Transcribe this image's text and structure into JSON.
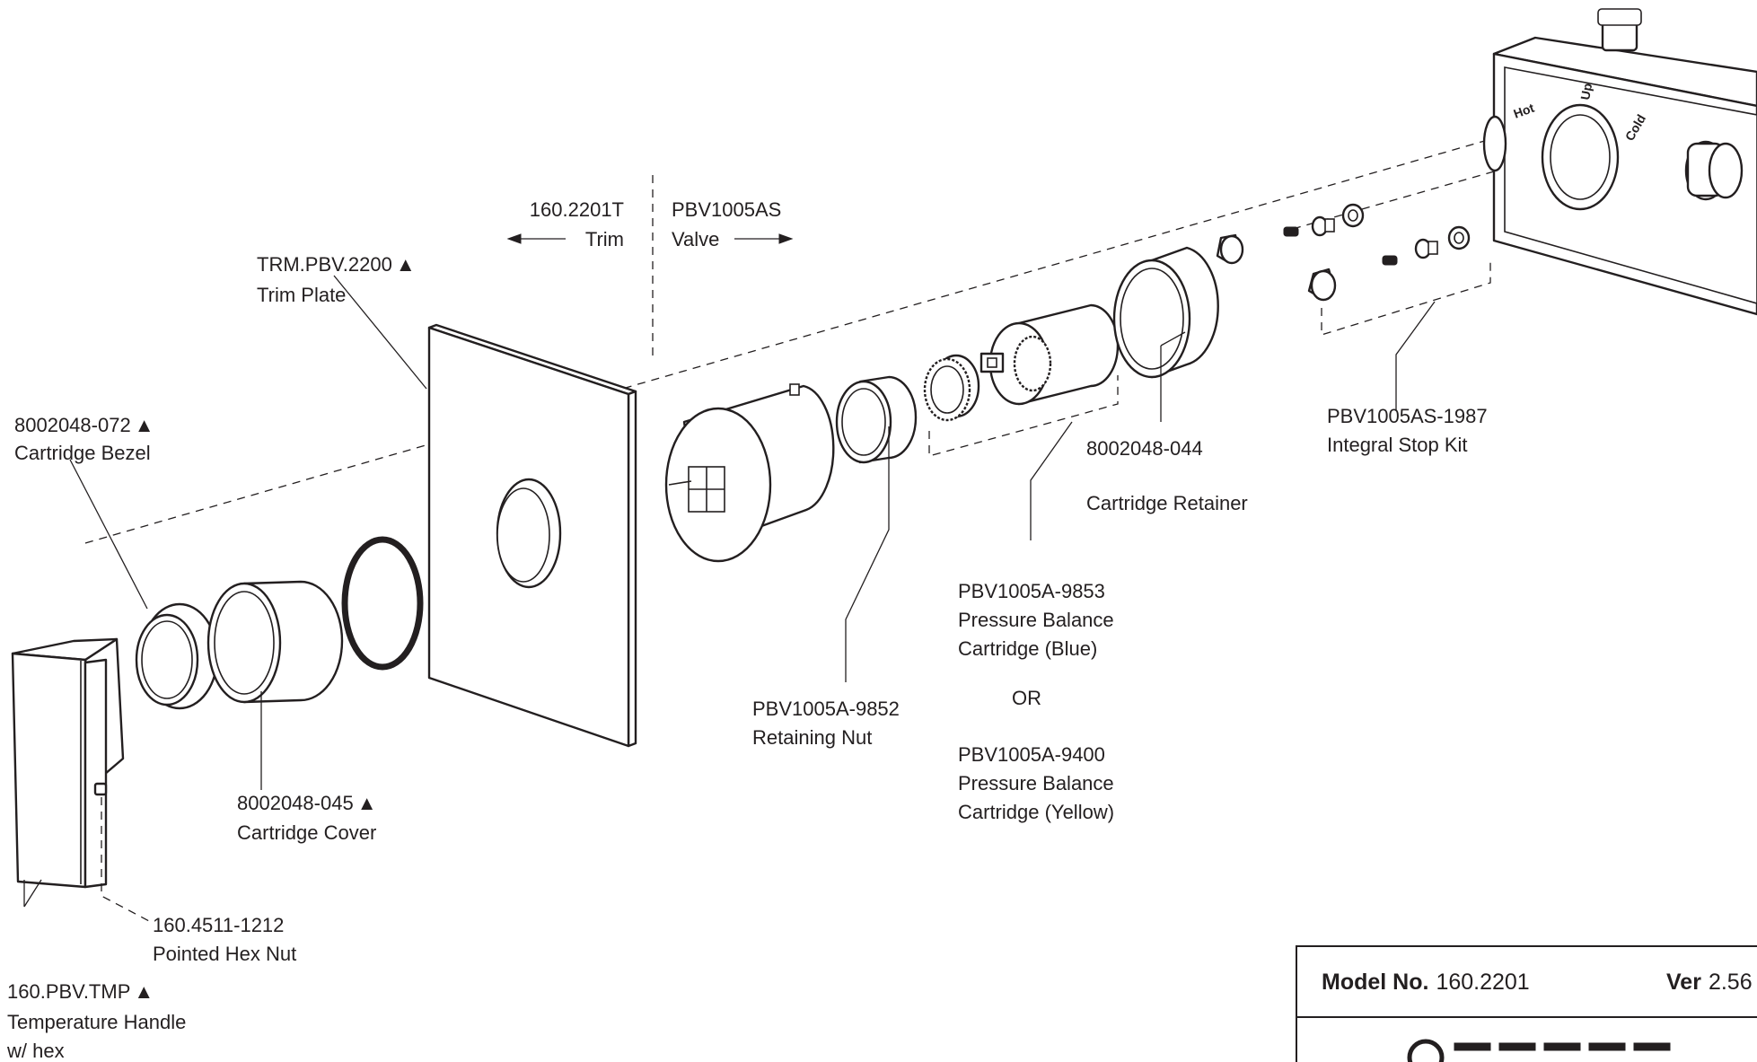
{
  "header": {
    "left": {
      "code": "160.2201T",
      "name": "Trim"
    },
    "right": {
      "code": "PBV1005AS",
      "name": "Valve"
    }
  },
  "parts": [
    {
      "id": "trim-plate",
      "code": "TRM.PBV.2200",
      "name": "Trim Plate",
      "triangle": true
    },
    {
      "id": "cartridge-bezel",
      "code": "8002048-072",
      "name": "Cartridge Bezel",
      "triangle": true
    },
    {
      "id": "cartridge-cover",
      "code": "8002048-045",
      "name": "Cartridge Cover",
      "triangle": true
    },
    {
      "id": "pointed-hex-nut",
      "code": "160.4511-1212",
      "name": "Pointed Hex Nut",
      "triangle": false
    },
    {
      "id": "temperature-handle",
      "code": "160.PBV.TMP",
      "name": "Temperature Handle",
      "name2": "w/ hex",
      "triangle": true
    },
    {
      "id": "retaining-nut",
      "code": "PBV1005A-9852",
      "name": "Retaining Nut",
      "triangle": false
    },
    {
      "id": "cartridge-retainer",
      "code": "8002048-044",
      "name": "Cartridge Retainer",
      "triangle": false
    },
    {
      "id": "integral-stop-kit",
      "code": "PBV1005AS-1987",
      "name": "Integral Stop Kit",
      "triangle": false
    },
    {
      "id": "cartridge-blue",
      "code": "PBV1005A-9853",
      "name": "Pressure Balance",
      "name2": "Cartridge (Blue)",
      "triangle": false
    },
    {
      "id": "cartridge-yellow",
      "code": "PBV1005A-9400",
      "name": "Pressure Balance",
      "name2": "Cartridge (Yellow)",
      "triangle": false
    }
  ],
  "or_label": "OR",
  "triangle_mark": "▲",
  "valve_marks": {
    "hot": "Hot",
    "up": "Up",
    "cold": "Cold"
  },
  "title_block": {
    "model_label": "Model No.",
    "model_value": "160.2201",
    "version_label": "Ver",
    "version_value": "2.56"
  },
  "colors": {
    "ink": "#231f20",
    "background": "#ffffff"
  }
}
